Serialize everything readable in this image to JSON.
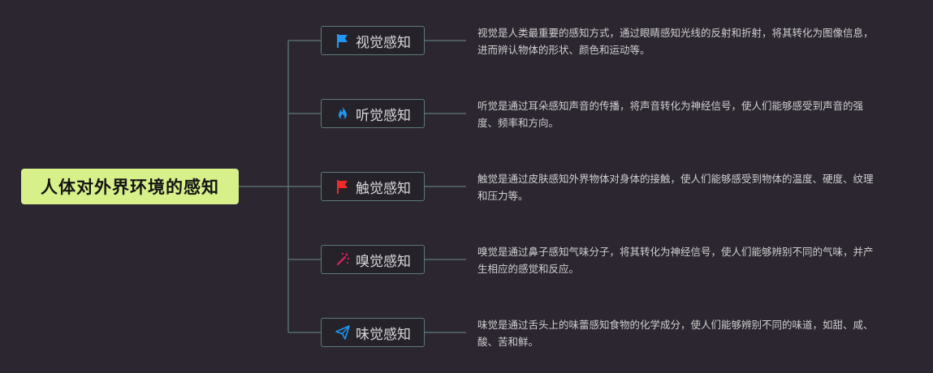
{
  "root": {
    "label": "人体对外界环境的感知"
  },
  "branches": [
    {
      "label": "视觉感知",
      "icon": "blue-flag-icon",
      "icon_color": "#2196f3",
      "description": "视觉是人类最重要的感知方式，通过眼睛感知光线的反射和折射，将其转化为图像信息，进而辨认物体的形状、颜色和运动等。"
    },
    {
      "label": "听觉感知",
      "icon": "flame-icon",
      "icon_color": "#2196f3",
      "description": "听觉是通过耳朵感知声音的传播，将声音转化为神经信号，使人们能够感受到声音的强度、频率和方向。"
    },
    {
      "label": "触觉感知",
      "icon": "red-flag-icon",
      "icon_color": "#f02a2a",
      "description": "触觉是通过皮肤感知外界物体对身体的接触，使人们能够感受到物体的温度、硬度、纹理和压力等。"
    },
    {
      "label": "嗅觉感知",
      "icon": "magic-wand-icon",
      "icon_color": "#e0245e",
      "description": "嗅觉是通过鼻子感知气味分子，将其转化为神经信号，使人们能够辨别不同的气味，并产生相应的感觉和反应。"
    },
    {
      "label": "味觉感知",
      "icon": "paper-plane-icon",
      "icon_color": "#2196f3",
      "description": "味觉是通过舌头上的味蕾感知食物的化学成分，使人们能够辨别不同的味道，如甜、咸、酸、苦和鲜。"
    }
  ],
  "colors": {
    "background": "#2b2630",
    "root_fill": "#d8f08a",
    "connector": "#5f7a7c"
  }
}
